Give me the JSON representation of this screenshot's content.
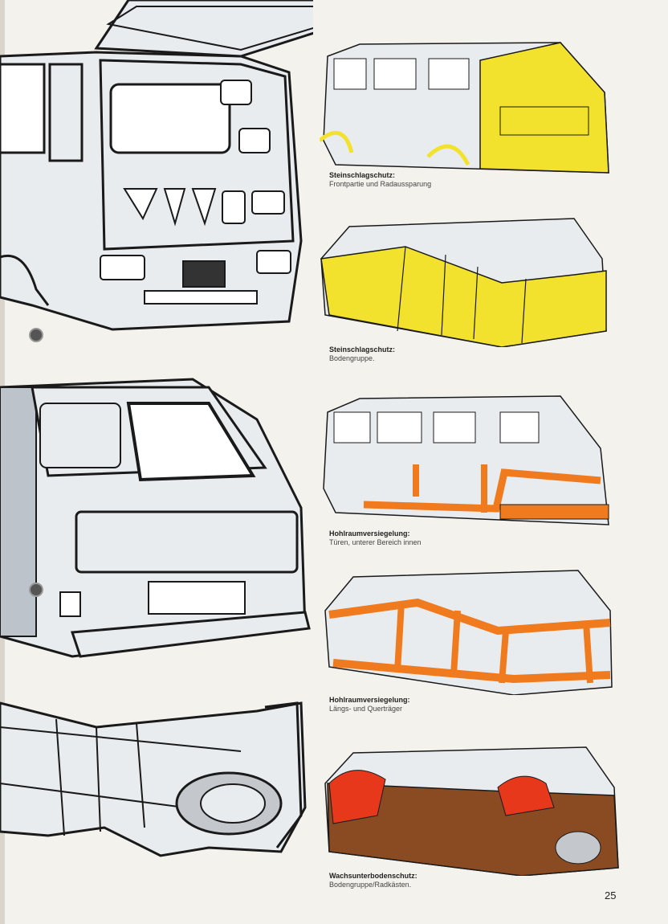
{
  "captions": [
    {
      "title": "Steinschlagschutz:",
      "desc": "Frontpartie und Radaussparung"
    },
    {
      "title": "Steinschlagschutz:",
      "desc": "Bodengruppe."
    },
    {
      "title": "Hohlraumversiegelung:",
      "desc": "Türen, unterer Bereich innen"
    },
    {
      "title": "Hohlraumversiegelung:",
      "desc": "Längs- und Querträger"
    },
    {
      "title": "Wachsunterbodenschutz:",
      "desc": "Bodengruppe/Radkästen."
    }
  ],
  "page_number": "25",
  "colors": {
    "stone_chip": "#f2e22e",
    "cavity": "#f07a1e",
    "wax_red": "#e8381c",
    "wax_brown": "#8a4a22",
    "body": "#e9ecef",
    "line": "#1a1a1a"
  }
}
